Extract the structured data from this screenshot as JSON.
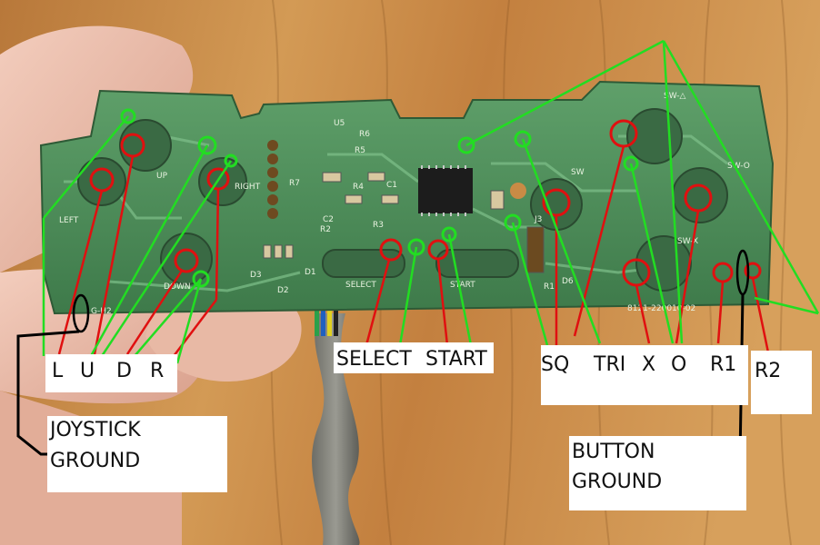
{
  "labels": {
    "dpad": [
      "L",
      "U",
      "D",
      "R"
    ],
    "select": "SELECT",
    "start": "START",
    "sq": "SQ",
    "tri": "TRI",
    "x": "X",
    "o": "O",
    "r1": "R1",
    "r2": "R2",
    "joystick_ground_1": "JOYSTICK",
    "joystick_ground_2": "GROUND",
    "button_ground_1": "BUTTON",
    "button_ground_2": "GROUND"
  },
  "pcb_text": {
    "up": "UP",
    "down": "DOWN",
    "left": "LEFT",
    "right": "RIGHT",
    "select": "SELECT",
    "start": "START",
    "part_no": "8121-220010-02",
    "sw_tri": "SW-△",
    "sw_o": "SW-O",
    "sw_x": "SW-X",
    "sw": "SW",
    "d1": "D1",
    "d2": "D2",
    "d3": "D3",
    "d6": "D6",
    "r1": "R1",
    "r2": "R2",
    "r3": "R3",
    "r4": "R4",
    "r5": "R5",
    "r6": "R6",
    "r7": "R7",
    "c1": "C1",
    "c2": "C2",
    "u5": "U5",
    "j3": "J3",
    "h2": "G-H2"
  },
  "colors": {
    "wood": "#c98b45",
    "pcb": "#4a8a55",
    "marker_red": "#e01010",
    "marker_green": "#22cc22",
    "leader_black": "#000000"
  }
}
